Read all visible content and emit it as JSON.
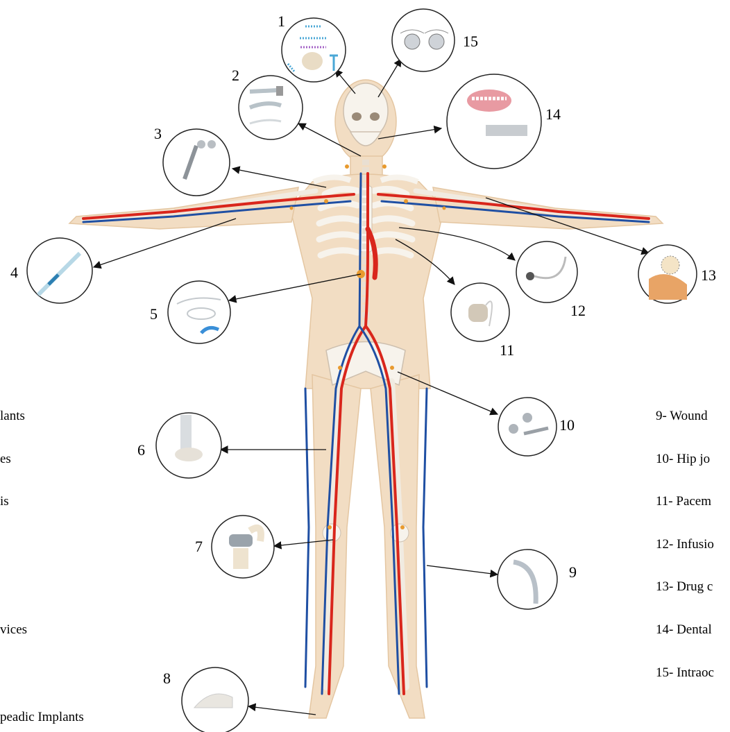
{
  "callouts": [
    {
      "number": "1"
    },
    {
      "number": "2"
    },
    {
      "number": "3"
    },
    {
      "number": "4"
    },
    {
      "number": "5"
    },
    {
      "number": "6"
    },
    {
      "number": "7"
    },
    {
      "number": "8"
    },
    {
      "number": "9"
    },
    {
      "number": "10"
    },
    {
      "number": "11"
    },
    {
      "number": "12"
    },
    {
      "number": "13"
    },
    {
      "number": "14"
    },
    {
      "number": "15"
    }
  ],
  "legend_left": [
    "lants",
    "es",
    "is",
    "vices",
    "peadic Implants"
  ],
  "legend_right": [
    "9- Wound",
    "10- Hip jo",
    "11- Pacem",
    "12- Infusio",
    "13- Drug c",
    "14- Dental",
    "15- Intraoc"
  ],
  "colors": {
    "skin": "#f2dcc0",
    "bone": "#f7f3ec",
    "artery": "#d9261c",
    "vein": "#1f4fa3",
    "lymph": "#e89a2e"
  }
}
